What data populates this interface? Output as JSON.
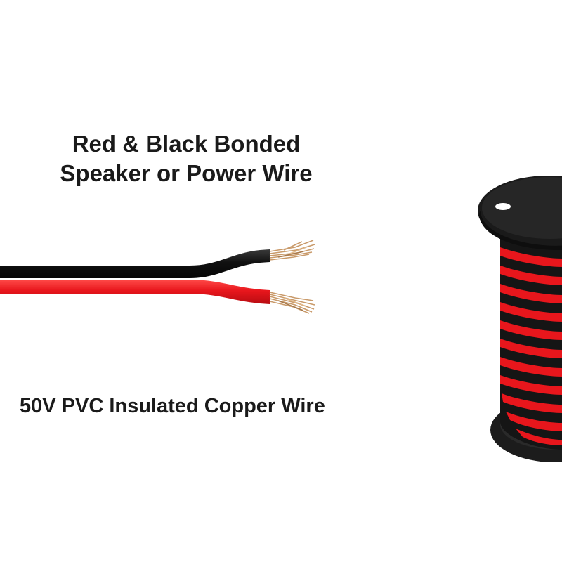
{
  "headline": {
    "line1": "Red & Black Bonded",
    "line2": "Speaker or Power Wire"
  },
  "caption": "50V PVC Insulated Copper Wire",
  "colors": {
    "background": "#ffffff",
    "text": "#1a1a1a",
    "wire_red": "#e8161c",
    "wire_black": "#151515",
    "copper": "#c99a6a",
    "spool_black": "#1c1c1c"
  },
  "icons": {
    "cable": "two-conductor-bonded-wire",
    "spool": "wire-spool"
  }
}
